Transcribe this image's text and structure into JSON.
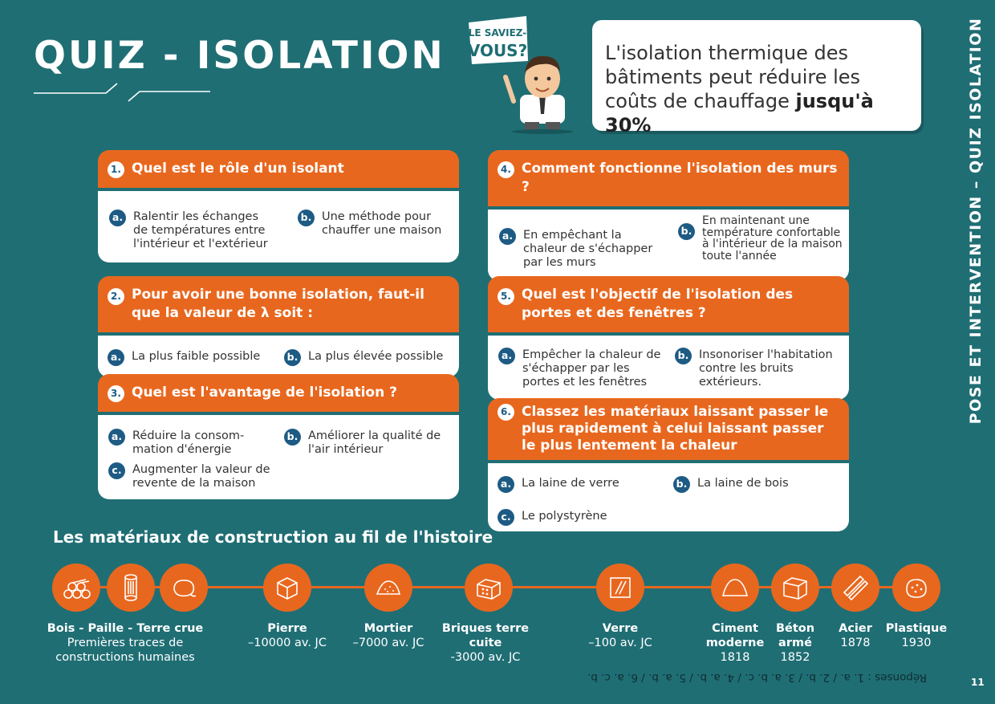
{
  "title": "QUIZ - ISOLATION",
  "side_label": "POSE ET INTERVENTION – QUIZ ISOLATION",
  "saviez_badge": [
    "LE SAVIEZ-",
    "VOUS?"
  ],
  "fact": {
    "text": "L'isolation thermique des bâtiments peut réduire les coûts de chauffage ",
    "bold": "jusqu'à 30%"
  },
  "questions": [
    {
      "num": "1.",
      "question": "Quel est le rôle d'un isolant",
      "options": [
        {
          "letter": "a.",
          "text": "Ralentir les échanges de températures entre l'intérieur et l'extérieur"
        },
        {
          "letter": "b.",
          "text": "Une méthode pour chauffer une maison"
        }
      ]
    },
    {
      "num": "2.",
      "question": "Pour avoir une bonne isolation, faut-il que la valeur de λ soit :",
      "options": [
        {
          "letter": "a.",
          "text": "La plus faible possible"
        },
        {
          "letter": "b.",
          "text": "La plus élevée possible"
        }
      ]
    },
    {
      "num": "3.",
      "question": "Quel est l'avantage de l'isolation ?",
      "options": [
        {
          "letter": "a.",
          "text": "Réduire la consom-mation d'énergie"
        },
        {
          "letter": "b.",
          "text": "Améliorer la qualité de l'air intérieur"
        },
        {
          "letter": "c.",
          "text": "Augmenter la valeur de revente de la maison"
        }
      ]
    },
    {
      "num": "4.",
      "question": "Comment fonctionne l'isolation des murs ?",
      "options": [
        {
          "letter": "a.",
          "text": "En empêchant la chaleur de s'échapper par les murs"
        },
        {
          "letter": "b.",
          "text": "En maintenant une température confortable à l'intérieur de la maison toute l'année"
        }
      ]
    },
    {
      "num": "5.",
      "question": "Quel est l'objectif de l'isolation des portes et des fenêtres ?",
      "options": [
        {
          "letter": "a.",
          "text": "Empêcher la chaleur de s'échapper par les portes et les fenêtres"
        },
        {
          "letter": "b.",
          "text": "Insonoriser l'habitation contre les bruits extérieurs."
        }
      ]
    },
    {
      "num": "6.",
      "question": "Classez les matériaux laissant passer le plus rapidement à celui laissant passer le plus lentement la chaleur",
      "options": [
        {
          "letter": "a.",
          "text": "La laine de verre"
        },
        {
          "letter": "b.",
          "text": "La laine de bois"
        },
        {
          "letter": "c.",
          "text": "Le polystyrène"
        }
      ]
    }
  ],
  "timeline": {
    "title": "Les matériaux de construction au fil de l'histoire",
    "items": [
      {
        "name": "Bois - Paille - Terre crue",
        "date": "Premières traces de constructions humaines"
      },
      {
        "name": "Pierre",
        "date": "–10000 av. JC"
      },
      {
        "name": "Mortier",
        "date": "–7000 av. JC"
      },
      {
        "name": "Briques terre cuite",
        "date": "-3000 av. JC"
      },
      {
        "name": "Verre",
        "date": "–100 av. JC"
      },
      {
        "name": "Ciment moderne",
        "date": "1818"
      },
      {
        "name": "Béton armé",
        "date": "1852"
      },
      {
        "name": "Acier",
        "date": "1878"
      },
      {
        "name": "Plastique",
        "date": "1930"
      }
    ]
  },
  "answers": "Réponses : 1. a. / 2. b. / 3. a. b. c. / 4. a. b. / 5. a. b. / 6. a. c. b.",
  "page_number": "11",
  "colors": {
    "background": "#1f6e74",
    "accent": "#e8671e",
    "letter_badge": "#1d5b84",
    "card": "#ffffff"
  }
}
